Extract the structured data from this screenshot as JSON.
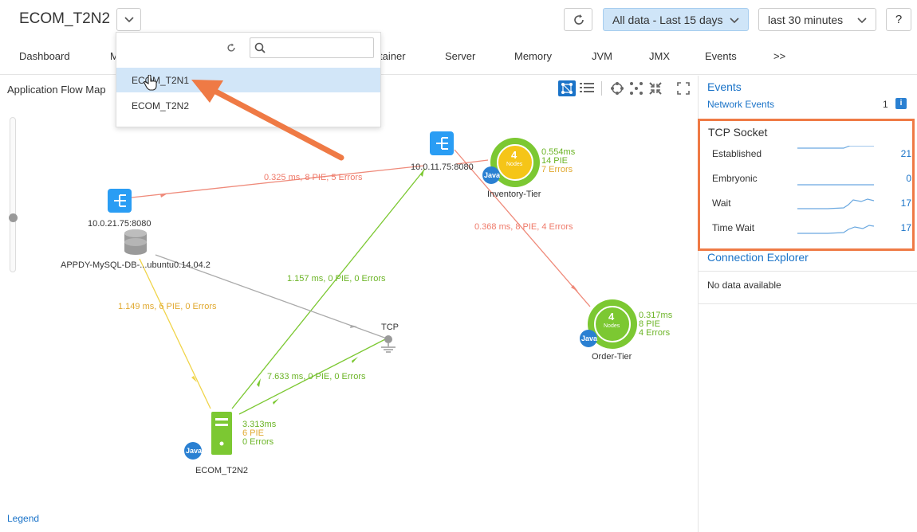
{
  "header": {
    "title": "ECOM_T2N2",
    "range_label": "All data - Last 15 days",
    "time_label": "last 30 minutes",
    "help_label": "?"
  },
  "tabs": [
    "Dashboard",
    "M",
    "tainer",
    "Server",
    "Memory",
    "JVM",
    "JMX",
    "Events",
    ">>"
  ],
  "dropdown": {
    "items": [
      "ECOM_T2N1",
      "ECOM_T2N2"
    ],
    "selected": "ECOM_T2N1"
  },
  "flowmap": {
    "title": "Application Flow Map",
    "legend": "Legend",
    "nodes": {
      "app_server": "10.0.21.75:8080",
      "db": "APPDY-MySQL-DB-...ubuntu0.14.04.2",
      "inv_server": "10.0.11.75:8080",
      "inventory_tier": "Inventory-Tier",
      "order_tier": "Order-Tier",
      "tcp": "TCP",
      "ecom": "ECOM_T2N2"
    },
    "badges": {
      "inventory_count": "4",
      "order_count": "4",
      "nodes_word": "Nodes",
      "java": "Java"
    },
    "edges": {
      "app_to_inv": "0.325 ms, 8 PIE, 5 Errors",
      "ecom_to_inv": "1.157 ms, 0 PIE, 0 Errors",
      "ecom_to_db": "1.149 ms, 6 PIE, 0 Errors",
      "ecom_to_tcp": "7.633 ms, 0 PIE, 0 Errors",
      "inv_to_order": "0.368 ms, 8 PIE, 4 Errors"
    },
    "inventory_stats": [
      "0.554ms",
      "14 PIE",
      "7 Errors"
    ],
    "order_stats": [
      "0.317ms",
      "8 PIE",
      "4 Errors"
    ],
    "ecom_stats": [
      "3.313ms",
      "6 PIE",
      "0 Errors"
    ]
  },
  "right_panel": {
    "events_title": "Events",
    "network_events_label": "Network Events",
    "network_events_count": "1",
    "tcp_title": "TCP Socket",
    "tcp_rows": [
      {
        "name": "Established",
        "value": "21"
      },
      {
        "name": "Embryonic",
        "value": "0"
      },
      {
        "name": "Wait",
        "value": "17"
      },
      {
        "name": "Time Wait",
        "value": "17"
      }
    ],
    "connection_explorer": "Connection Explorer",
    "no_data": "No data available"
  },
  "colors": {
    "red_edge": "#ef8a7a",
    "green_edge": "#7cc832",
    "yellow_edge": "#f0d44a",
    "gray_edge": "#aaaaaa",
    "accent_blue": "#1a73c8",
    "highlight_orange": "#ef7a45"
  }
}
